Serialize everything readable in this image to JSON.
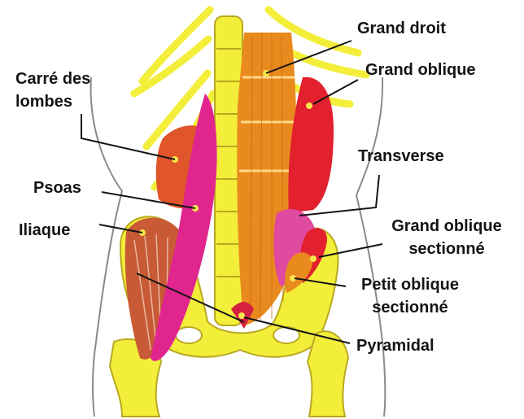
{
  "labels": {
    "grand_droit": "Grand droit",
    "grand_oblique": "Grand oblique",
    "carre_des_lombes_l1": "Carré des",
    "carre_des_lombes_l2": "lombes",
    "transverse": "Transverse",
    "psoas": "Psoas",
    "iliaque": "Iliaque",
    "grand_oblique_sectionne_l1": "Grand oblique",
    "grand_oblique_sectionne_l2": "sectionné",
    "petit_oblique_sectionne_l1": "Petit oblique",
    "petit_oblique_sectionne_l2": "sectionné",
    "pyramidal": "Pyramidal"
  },
  "colors": {
    "bone": "#f3ee3a",
    "bone_outline": "#b8a820",
    "rectus": "#e98a1e",
    "external_oblique": "#e2202e",
    "psoas": "#e0258f",
    "quadratus": "#e0552a",
    "iliacus": "#c85a35",
    "transverse": "#e04aa0",
    "pyramidal": "#d62040",
    "leader_line": "#141414",
    "body_outline": "#8a8a8a"
  }
}
